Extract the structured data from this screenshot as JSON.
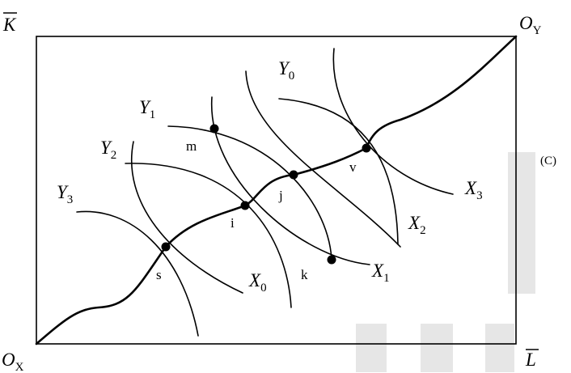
{
  "corners": {
    "k_bar": "K",
    "o_y_main": "O",
    "o_y_sub": "Y",
    "o_x_main": "O",
    "o_x_sub": "X",
    "l_bar": "L"
  },
  "panel_label": "(C)",
  "isoquants_x": [
    {
      "main": "X",
      "sub": "0"
    },
    {
      "main": "X",
      "sub": "1"
    },
    {
      "main": "X",
      "sub": "2"
    },
    {
      "main": "X",
      "sub": "3"
    }
  ],
  "isoquants_y": [
    {
      "main": "Y",
      "sub": "0"
    },
    {
      "main": "Y",
      "sub": "1"
    },
    {
      "main": "Y",
      "sub": "2"
    },
    {
      "main": "Y",
      "sub": "3"
    }
  ],
  "points": {
    "s": "s",
    "i": "i",
    "j": "j",
    "v": "v",
    "m": "m",
    "k": "k"
  }
}
